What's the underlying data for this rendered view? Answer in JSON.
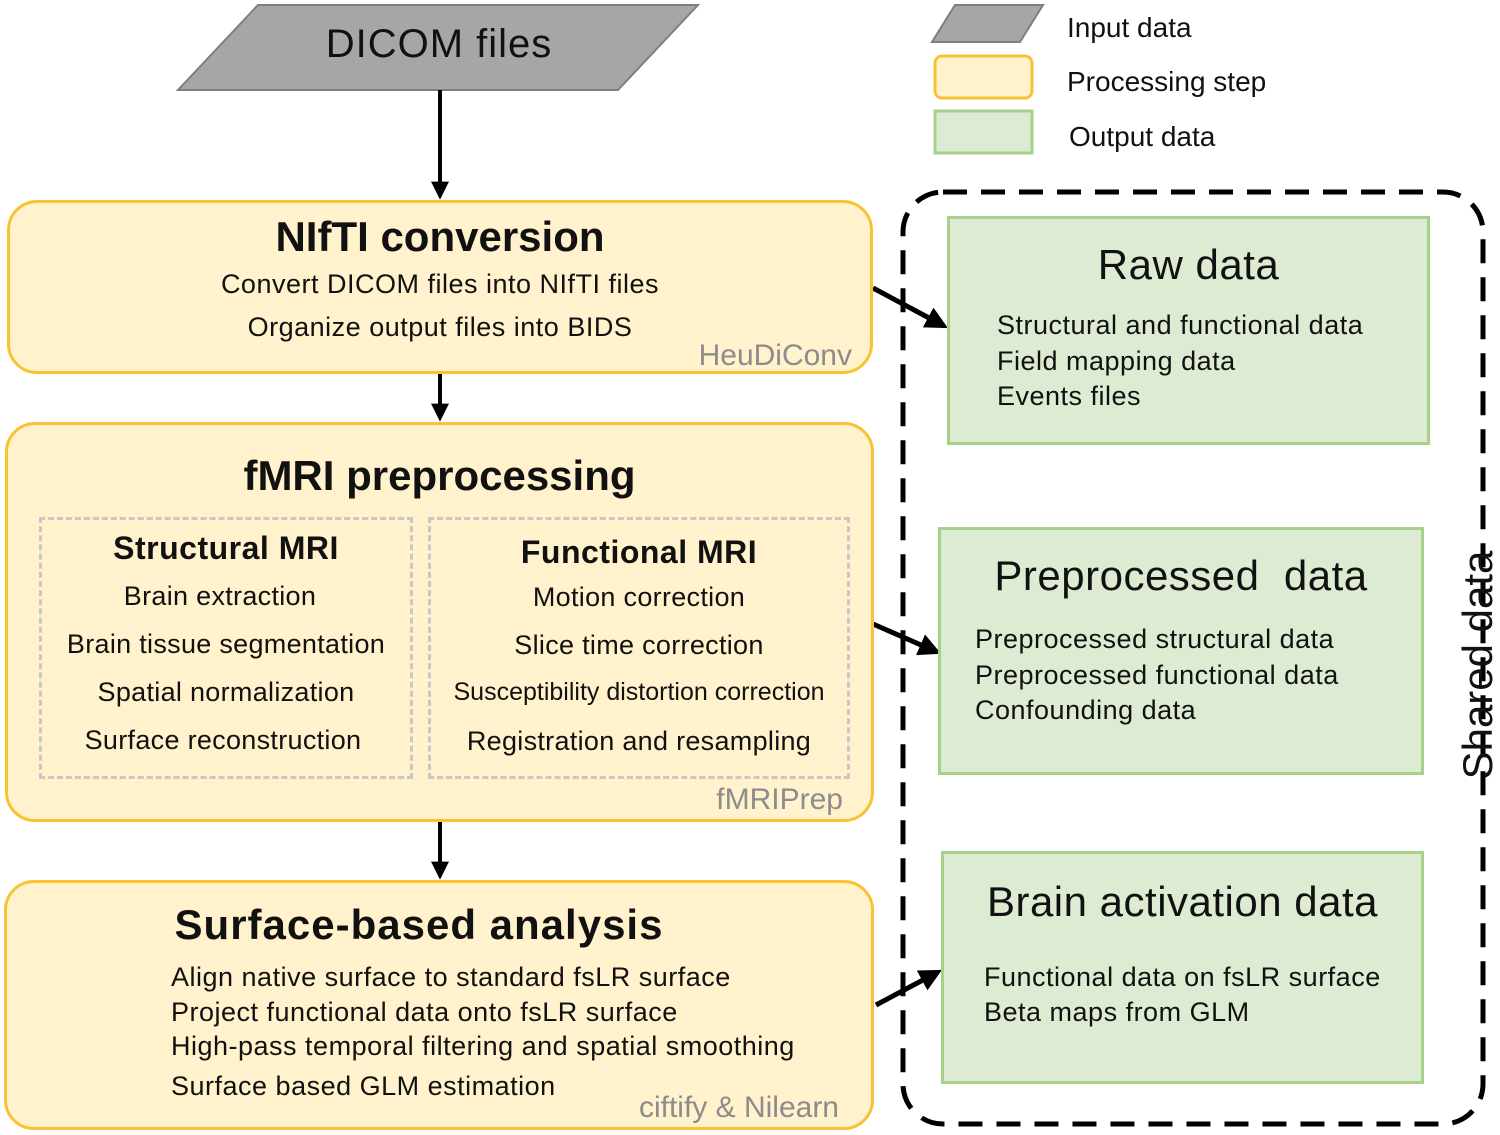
{
  "input": {
    "label": "DICOM files"
  },
  "legend": {
    "input_label": "Input data",
    "processing_label": "Processing step",
    "output_label": "Output data"
  },
  "steps": [
    {
      "title": "NIfTI conversion",
      "lines": [
        "Convert DICOM files into NIfTI files",
        "Organize output files into BIDS"
      ],
      "tool": "HeuDiConv"
    },
    {
      "title": "fMRI preprocessing",
      "structural": {
        "title": "Structural MRI",
        "items": [
          "Brain extraction",
          "Brain tissue segmentation",
          "Spatial normalization",
          "Surface reconstruction"
        ]
      },
      "functional": {
        "title": "Functional MRI",
        "items": [
          "Motion correction",
          "Slice time correction",
          "Susceptibility distortion correction",
          "Registration and resampling"
        ]
      },
      "tool": "fMRIPrep"
    },
    {
      "title": "Surface-based analysis",
      "lines": [
        "Align native surface to standard fsLR surface",
        "Project functional data onto fsLR surface",
        "High-pass temporal filtering and spatial smoothing",
        "Surface based GLM estimation"
      ],
      "tool": "ciftify & Nilearn"
    }
  ],
  "outputs": [
    {
      "title": "Raw data",
      "lines": [
        "Structural and functional data",
        "Field mapping data",
        "Events files"
      ]
    },
    {
      "title": "Preprocessed  data",
      "lines": [
        "Preprocessed structural data",
        "Preprocessed functional data",
        "Confounding data"
      ]
    },
    {
      "title": "Brain activation data",
      "lines": [
        "Functional data on fsLR surface",
        "Beta maps from GLM"
      ]
    }
  ],
  "shared_label": "Shared data",
  "colors": {
    "input_fill": "#a6a6a6",
    "processing_fill": "#fff2cc",
    "processing_border": "#f9c232",
    "output_fill": "#dcebd1",
    "output_border": "#a6d08c",
    "tool_text": "#8c8c8c"
  }
}
